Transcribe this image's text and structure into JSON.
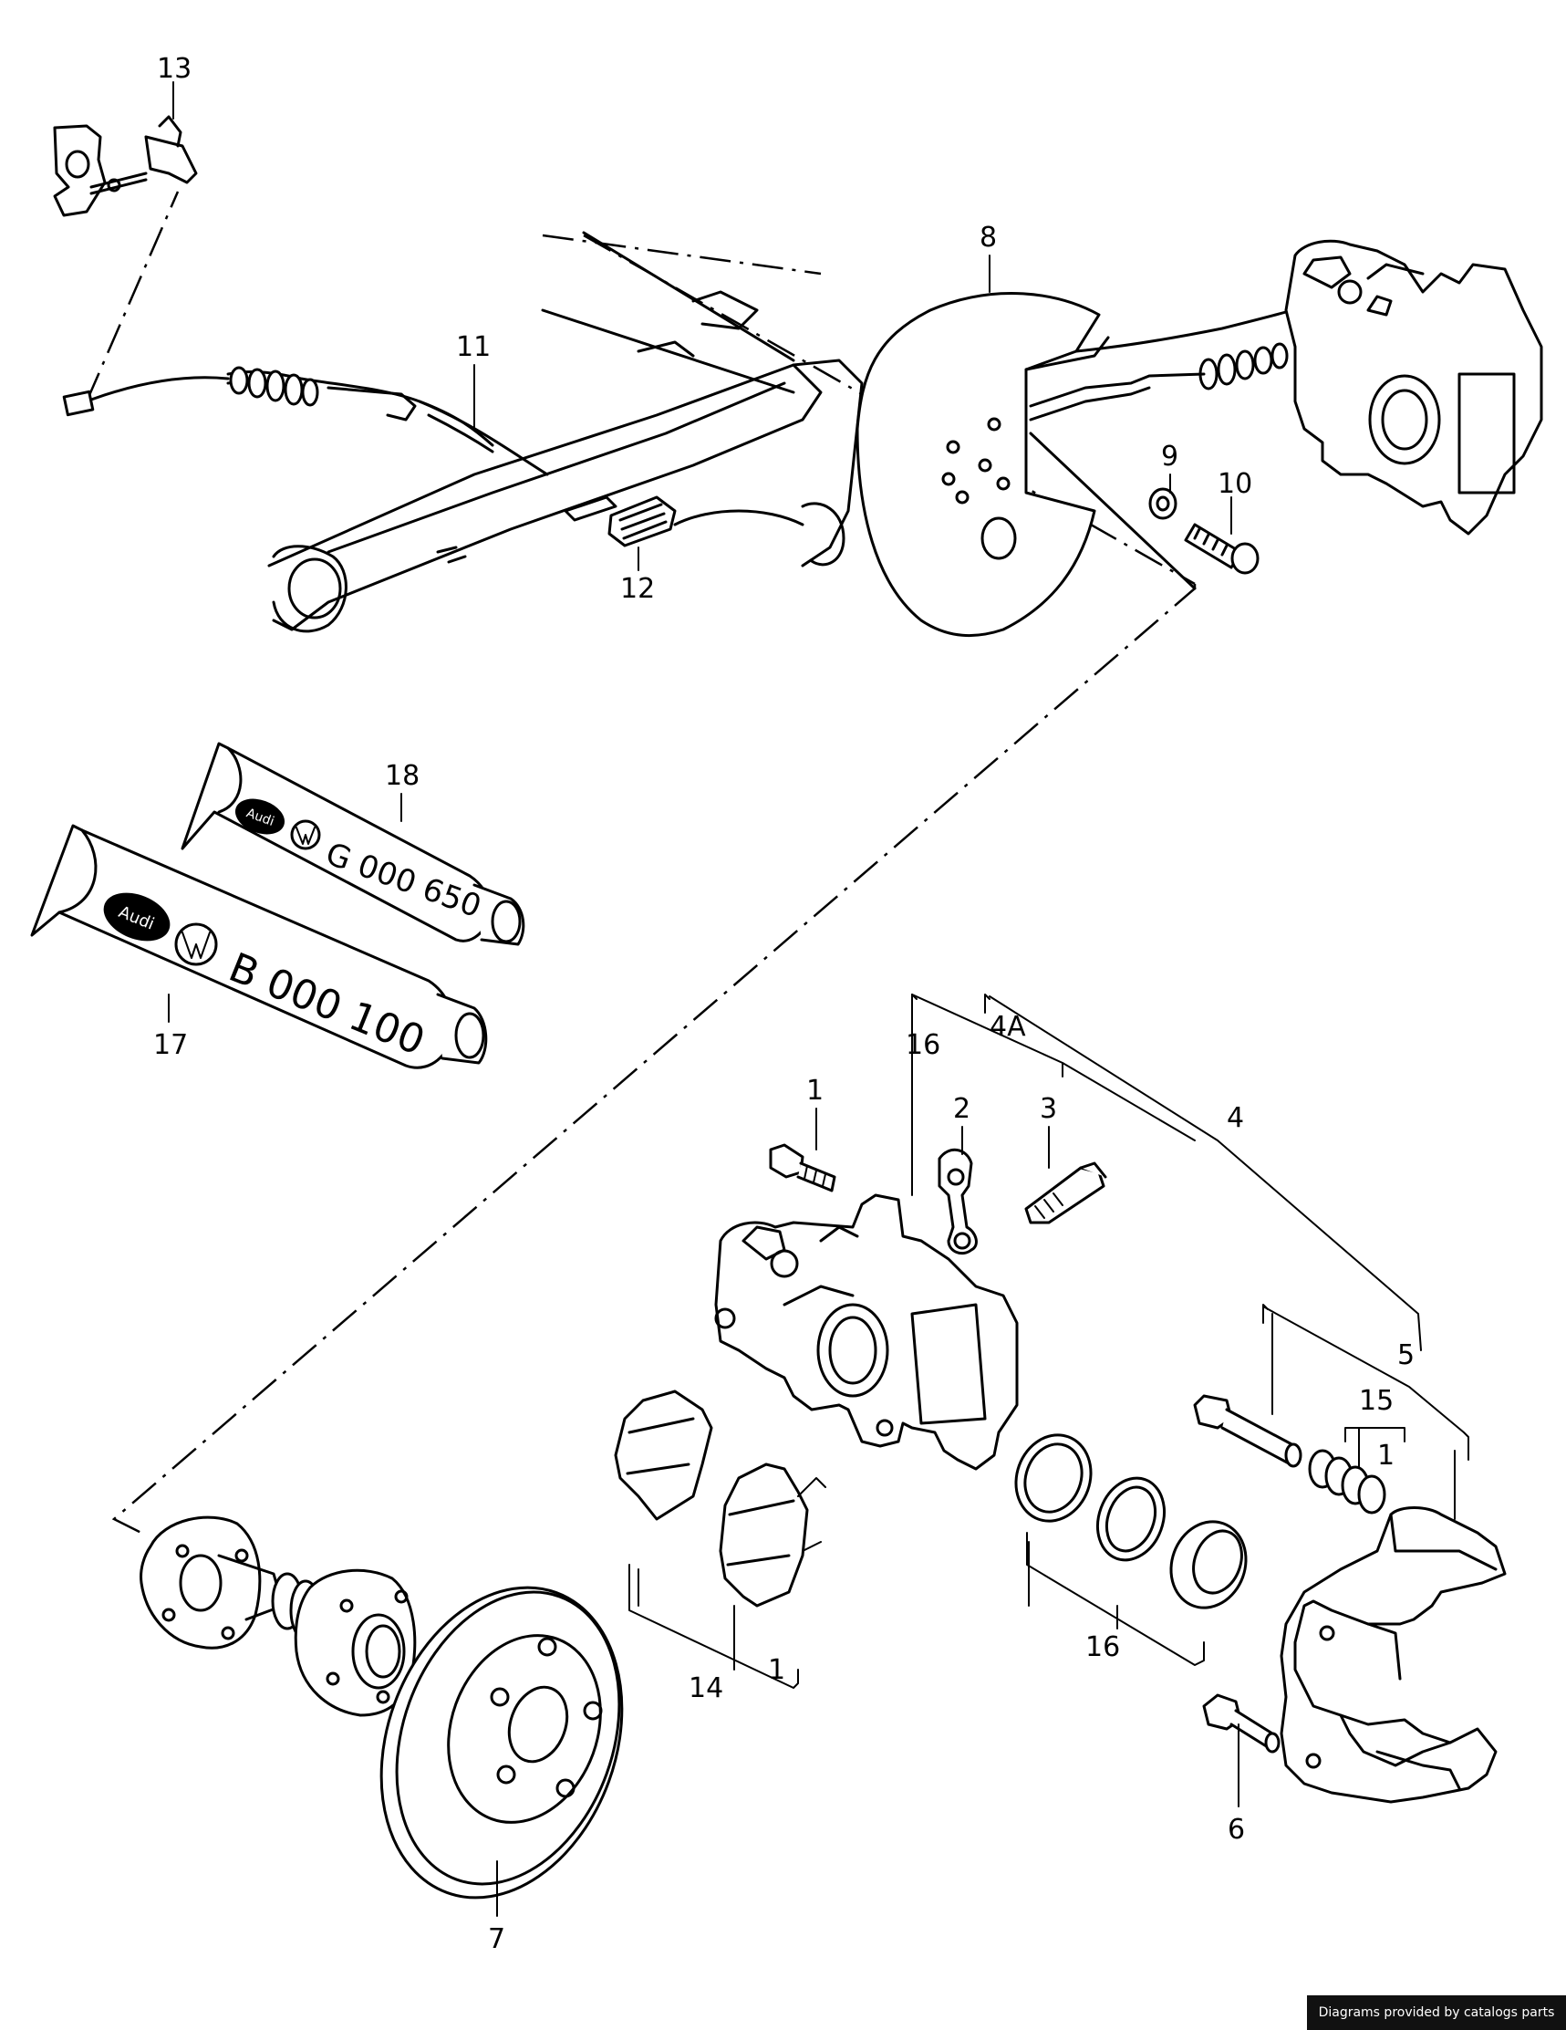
{
  "labels": {
    "l1a": "1",
    "l1b": "1",
    "l1c": "1",
    "l2": "2",
    "l3": "3",
    "l4": "4",
    "l4a": "4A",
    "l5": "5",
    "l6": "6",
    "l7": "7",
    "l8": "8",
    "l9": "9",
    "l10": "10",
    "l11": "11",
    "l12": "12",
    "l13": "13",
    "l14": "14",
    "l15": "15",
    "l16a": "16",
    "l16b": "16",
    "l17": "17",
    "l18": "18"
  },
  "tubes": {
    "small": {
      "brand": "Audi",
      "code": "G 000 650"
    },
    "large": {
      "brand": "Audi",
      "code": "B 000 100"
    }
  },
  "footer": {
    "credit": "Diagrams provided by catalogs parts"
  }
}
